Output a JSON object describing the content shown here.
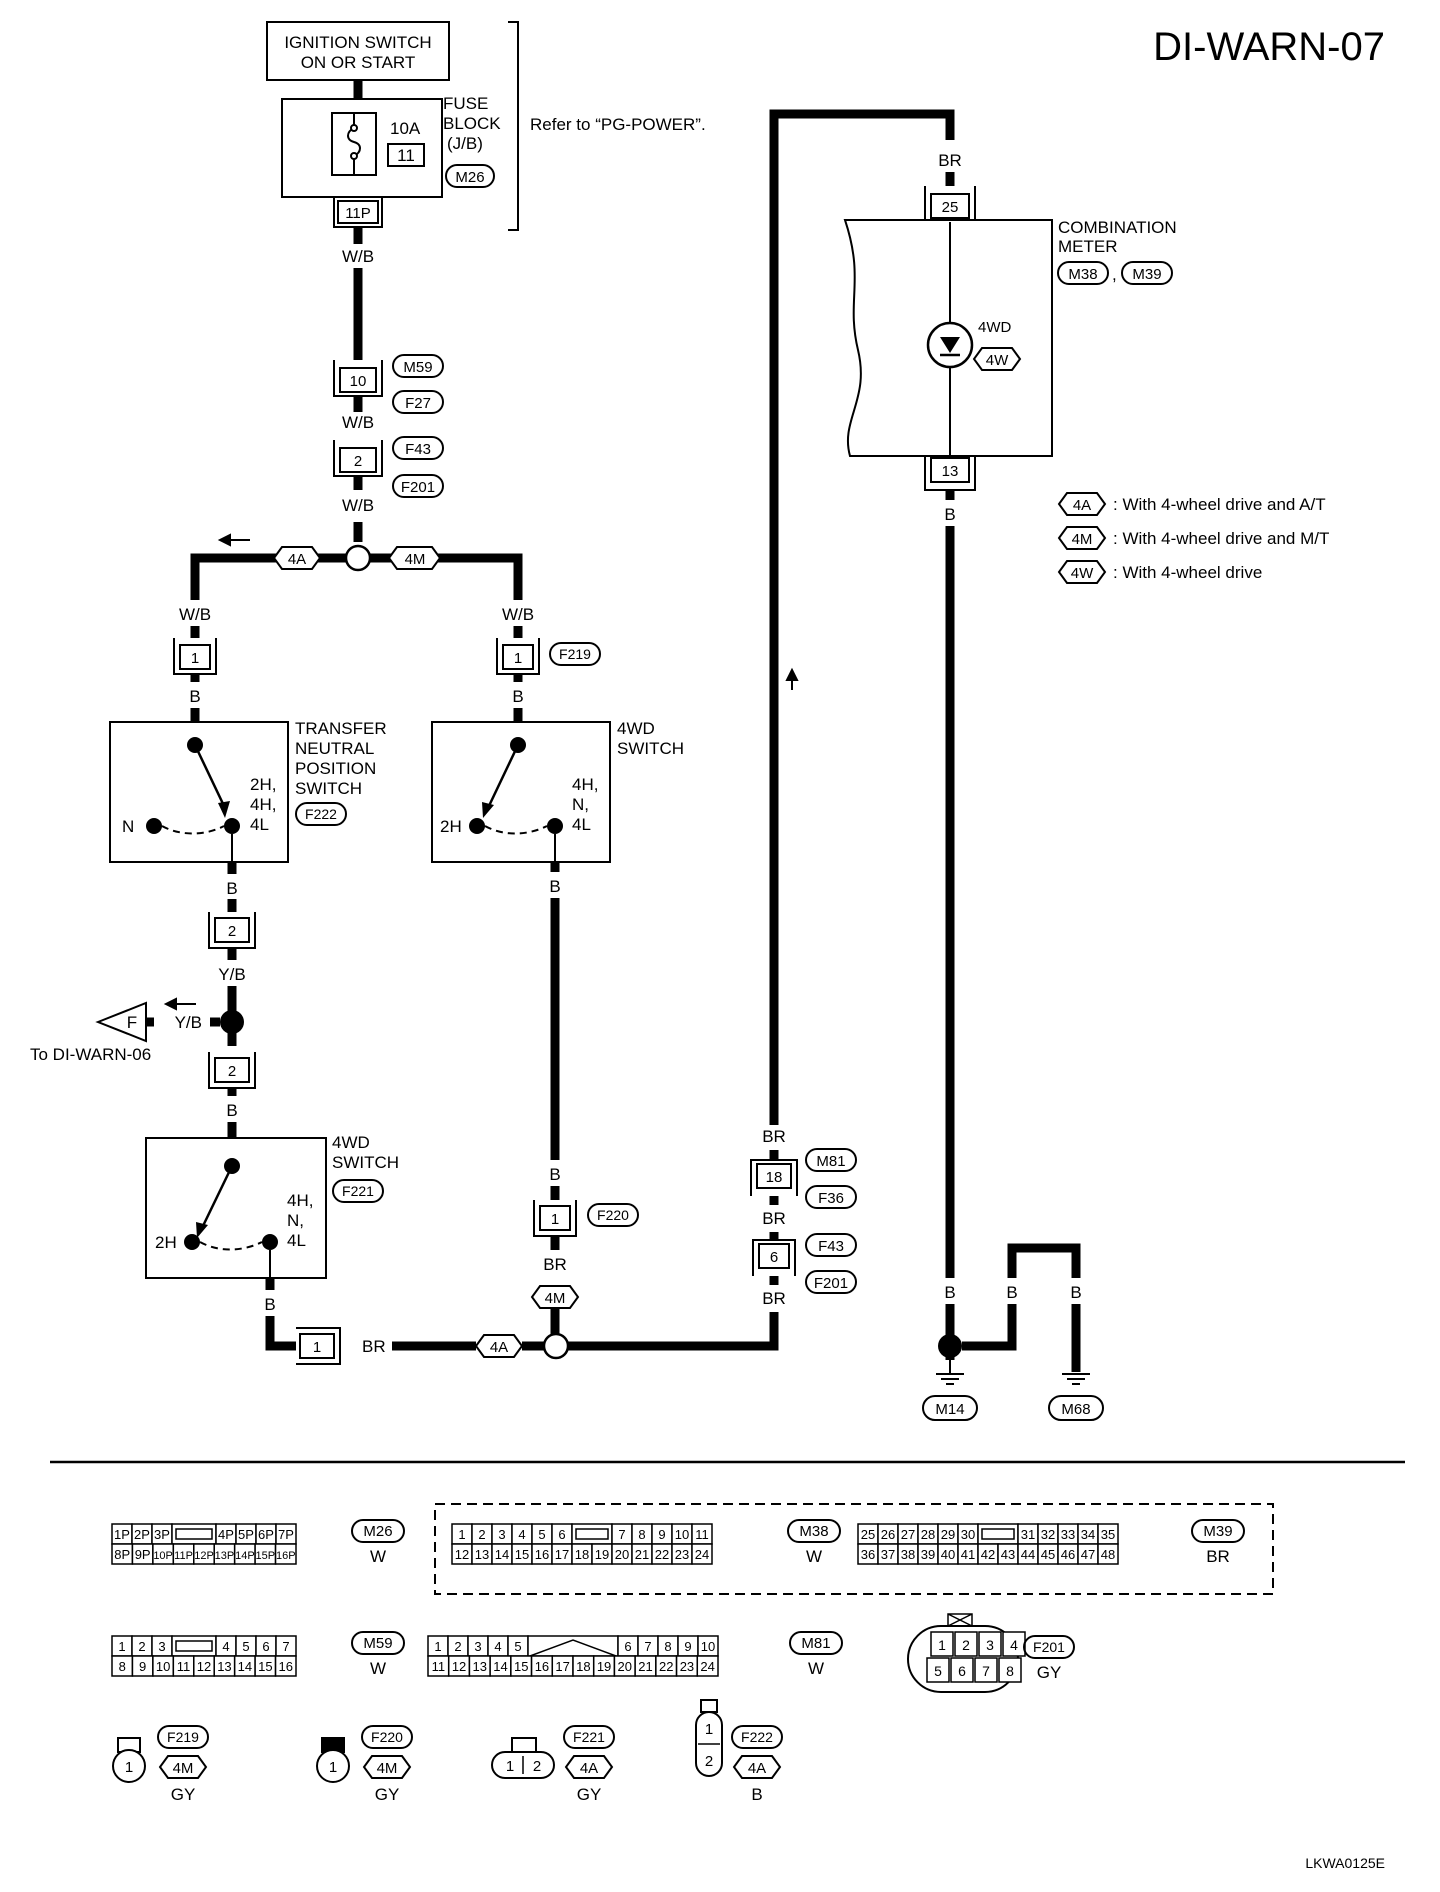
{
  "page": {
    "title": "DI-WARN-07",
    "figure_id": "LKWA0125E"
  },
  "ignition": {
    "line1": "IGNITION SWITCH",
    "line2": "ON OR START"
  },
  "fuse_block": {
    "line1": "FUSE",
    "line2": "BLOCK",
    "line3": "(J/B)",
    "rating": "10A",
    "fuse_no": "11",
    "connector": "M26",
    "pin": "11P"
  },
  "refer_note": "Refer to “PG-POWER”.",
  "wire_colors": {
    "wb": "W/B",
    "b": "B",
    "br": "BR",
    "yb": "Y/B"
  },
  "connectors": {
    "m59": "M59",
    "f27": "F27",
    "f43": "F43",
    "f201": "F201",
    "f219": "F219",
    "f222": "F222",
    "f221": "F221",
    "f220": "F220",
    "m81": "M81",
    "f36": "F36",
    "m38": "M38",
    "m39": "M39",
    "m14": "M14",
    "m68": "M68",
    "m26": "M26"
  },
  "pins": {
    "p10": "10",
    "p2": "2",
    "p1": "1",
    "p18": "18",
    "p6": "6",
    "p25": "25",
    "p13": "13"
  },
  "options": {
    "a": "4A",
    "m": "4M",
    "w": "4W"
  },
  "legend": [
    {
      "tag": "4A",
      "text": ": With 4-wheel drive and A/T"
    },
    {
      "tag": "4M",
      "text": ": With 4-wheel drive and M/T"
    },
    {
      "tag": "4W",
      "text": ": With 4-wheel drive"
    }
  ],
  "transfer_switch": {
    "line1": "TRANSFER",
    "line2": "NEUTRAL",
    "line3": "POSITION",
    "line4": "SWITCH",
    "pos_n": "N",
    "pos_a": "2H,",
    "pos_b": "4H,",
    "pos_c": "4L"
  },
  "wd_switch": {
    "line1": "4WD",
    "line2": "SWITCH",
    "pos_2h": "2H",
    "pos_a": "4H,",
    "pos_b": "N,",
    "pos_c": "4L"
  },
  "combination_meter": {
    "line1": "COMBINATION",
    "line2": "METER",
    "indicator": "4WD"
  },
  "to_ref": {
    "letter": "F",
    "text": "To DI-WARN-06"
  },
  "connector_views": {
    "m26": {
      "row1": [
        "1P",
        "2P",
        "3P",
        "",
        "4P",
        "5P",
        "6P",
        "7P"
      ],
      "row2": [
        "8P",
        "9P",
        "10P",
        "11P",
        "12P",
        "13P",
        "14P",
        "15P",
        "16P"
      ],
      "color": "W"
    },
    "m38": {
      "row1": [
        "1",
        "2",
        "3",
        "4",
        "5",
        "6",
        "",
        "7",
        "8",
        "9",
        "10",
        "11"
      ],
      "row2": [
        "12",
        "13",
        "14",
        "15",
        "16",
        "17",
        "18",
        "19",
        "20",
        "21",
        "22",
        "23",
        "24"
      ],
      "color": "W"
    },
    "m39": {
      "row1": [
        "25",
        "26",
        "27",
        "28",
        "29",
        "30",
        "",
        "31",
        "32",
        "33",
        "34",
        "35"
      ],
      "row2": [
        "36",
        "37",
        "38",
        "39",
        "40",
        "41",
        "42",
        "43",
        "44",
        "45",
        "46",
        "47",
        "48"
      ],
      "color": "BR"
    },
    "m59": {
      "row1": [
        "1",
        "2",
        "3",
        "",
        "4",
        "5",
        "6",
        "7"
      ],
      "row2": [
        "8",
        "9",
        "10",
        "11",
        "12",
        "13",
        "14",
        "15",
        "16"
      ],
      "color": "W"
    },
    "m81": {
      "row1": [
        "1",
        "2",
        "3",
        "4",
        "5",
        "",
        "6",
        "7",
        "8",
        "9",
        "10"
      ],
      "row2": [
        "11",
        "12",
        "13",
        "14",
        "15",
        "16",
        "17",
        "18",
        "19",
        "20",
        "21",
        "22",
        "23",
        "24"
      ],
      "color": "W"
    },
    "f201": {
      "row1": [
        "1",
        "2",
        "3",
        "4"
      ],
      "row2": [
        "5",
        "6",
        "7",
        "8"
      ],
      "color": "GY"
    },
    "f219": {
      "pins": [
        "1"
      ],
      "color": "GY"
    },
    "f220": {
      "pins": [
        "1"
      ],
      "color": "GY"
    },
    "f221": {
      "pins": [
        "1",
        "2"
      ],
      "color": "GY"
    },
    "f222": {
      "pins": [
        "1",
        "2"
      ],
      "color": "B"
    }
  }
}
